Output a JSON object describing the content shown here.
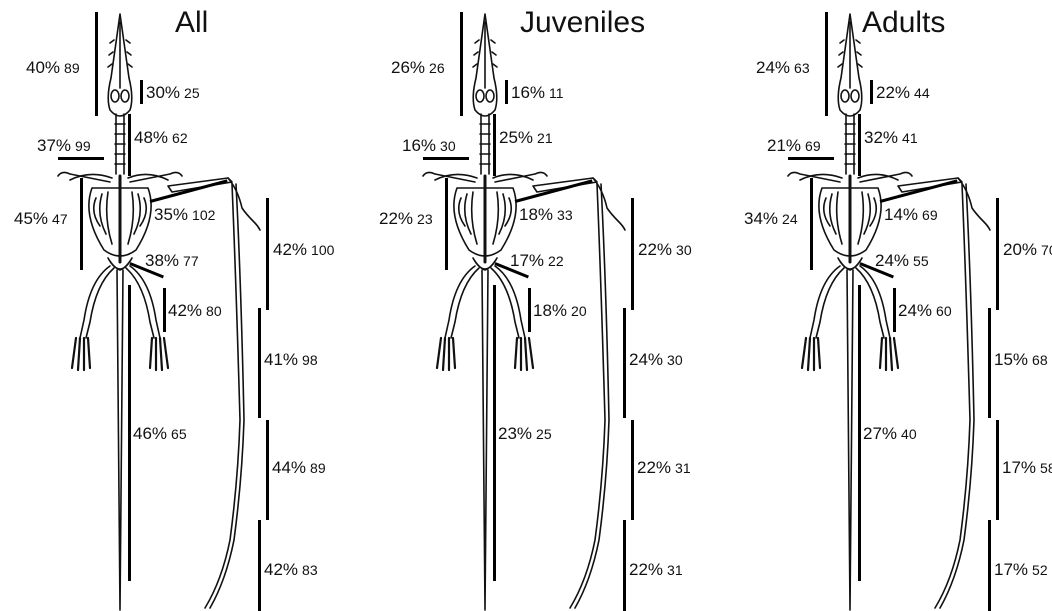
{
  "panels": [
    {
      "title": "All",
      "skull": {
        "pct": "40%",
        "n": "89"
      },
      "rostrum": {
        "pct": "30%",
        "n": "25"
      },
      "neck": {
        "pct": "48%",
        "n": "62"
      },
      "humerus": {
        "pct": "37%",
        "n": "99"
      },
      "torso": {
        "pct": "45%",
        "n": "47"
      },
      "forearm": {
        "pct": "35%",
        "n": "102"
      },
      "femur": {
        "pct": "38%",
        "n": "77"
      },
      "tibia": {
        "pct": "42%",
        "n": "80"
      },
      "tail": {
        "pct": "46%",
        "n": "65"
      },
      "wing1": {
        "pct": "42%",
        "n": "100"
      },
      "wing2": {
        "pct": "41%",
        "n": "98"
      },
      "wing3": {
        "pct": "44%",
        "n": "89"
      },
      "wing4": {
        "pct": "42%",
        "n": "83"
      }
    },
    {
      "title": "Juveniles",
      "skull": {
        "pct": "26%",
        "n": "26"
      },
      "rostrum": {
        "pct": "16%",
        "n": "11"
      },
      "neck": {
        "pct": "25%",
        "n": "21"
      },
      "humerus": {
        "pct": "16%",
        "n": "30"
      },
      "torso": {
        "pct": "22%",
        "n": "23"
      },
      "forearm": {
        "pct": "18%",
        "n": "33"
      },
      "femur": {
        "pct": "17%",
        "n": "22"
      },
      "tibia": {
        "pct": "18%",
        "n": "20"
      },
      "tail": {
        "pct": "23%",
        "n": "25"
      },
      "wing1": {
        "pct": "22%",
        "n": "30"
      },
      "wing2": {
        "pct": "24%",
        "n": "30"
      },
      "wing3": {
        "pct": "22%",
        "n": "31"
      },
      "wing4": {
        "pct": "22%",
        "n": "31"
      }
    },
    {
      "title": "Adults",
      "skull": {
        "pct": "24%",
        "n": "63"
      },
      "rostrum": {
        "pct": "22%",
        "n": "44"
      },
      "neck": {
        "pct": "32%",
        "n": "41"
      },
      "humerus": {
        "pct": "21%",
        "n": "69"
      },
      "torso": {
        "pct": "34%",
        "n": "24"
      },
      "forearm": {
        "pct": "14%",
        "n": "69"
      },
      "femur": {
        "pct": "24%",
        "n": "55"
      },
      "tibia": {
        "pct": "24%",
        "n": "60"
      },
      "tail": {
        "pct": "27%",
        "n": "40"
      },
      "wing1": {
        "pct": "20%",
        "n": "70"
      },
      "wing2": {
        "pct": "15%",
        "n": "68"
      },
      "wing3": {
        "pct": "17%",
        "n": "58"
      },
      "wing4": {
        "pct": "17%",
        "n": "52"
      }
    }
  ]
}
